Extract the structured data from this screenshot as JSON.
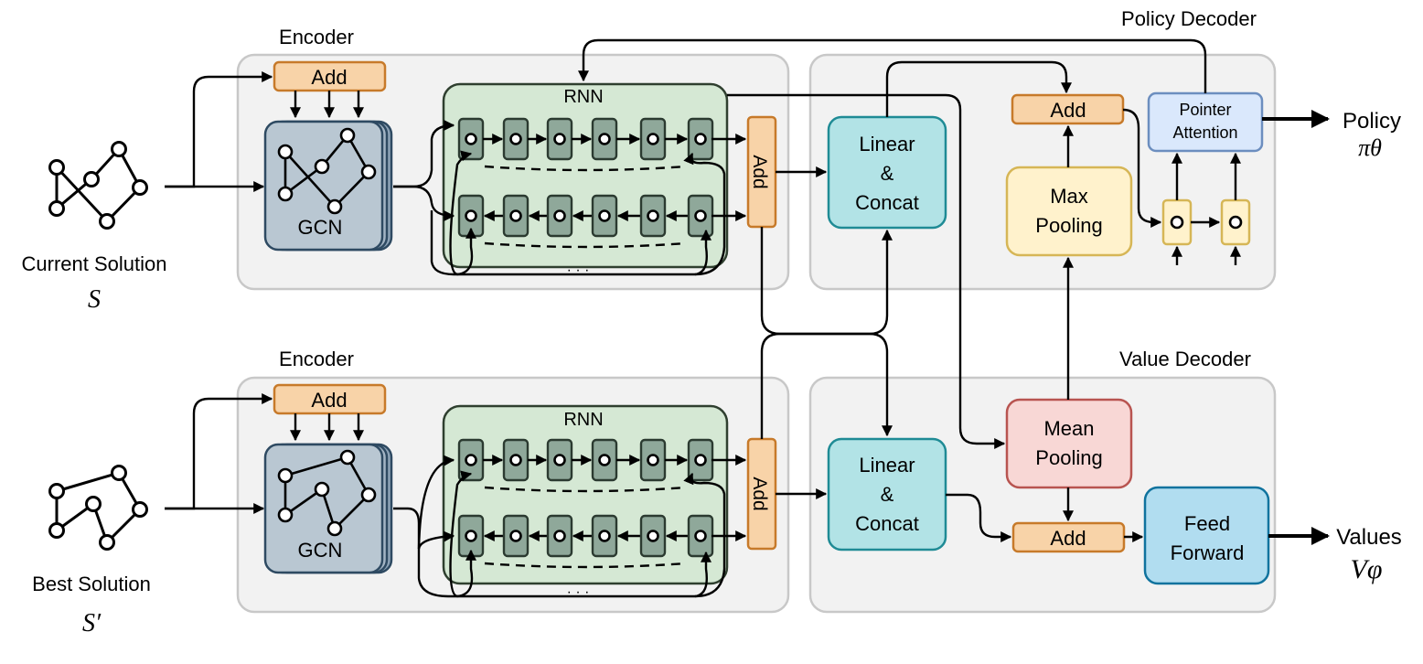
{
  "inputs": {
    "current": {
      "label": "Current Solution",
      "symbol": "S"
    },
    "best": {
      "label": "Best Solution",
      "symbol": "S′"
    }
  },
  "encoder": {
    "title": "Encoder",
    "add_label": "Add",
    "gcn_label": "GCN",
    "rnn_label": "RNN",
    "ellipsis": "· · ·"
  },
  "policy_decoder": {
    "title": "Policy Decoder",
    "linear_concat": [
      "Linear",
      "&",
      "Concat"
    ],
    "add_label": "Add",
    "max_pooling": [
      "Max",
      "Pooling"
    ],
    "pointer_attention": [
      "Pointer",
      "Attention"
    ],
    "output_label": "Policy",
    "output_symbol": "πθ"
  },
  "value_decoder": {
    "title": "Value Decoder",
    "linear_concat": [
      "Linear",
      "&",
      "Concat"
    ],
    "mean_pooling": [
      "Mean",
      "Pooling"
    ],
    "add_label": "Add",
    "feed_forward": [
      "Feed",
      "Forward"
    ],
    "output_label": "Values",
    "output_symbol": "Vφ"
  },
  "colors": {
    "panel": "#f2f2f2",
    "add": "#f8d3a8",
    "add_stroke": "#c77a2a",
    "gcn": "#b9c7d2",
    "rnn": "#d5e8d4",
    "cell": "#8fa89a",
    "linear": "#b2e3e6",
    "max_pool": "#fff2cc",
    "mean_pool": "#f8d7d5",
    "pointer": "#dae8fc",
    "feed_forward": "#b1ddf0"
  }
}
